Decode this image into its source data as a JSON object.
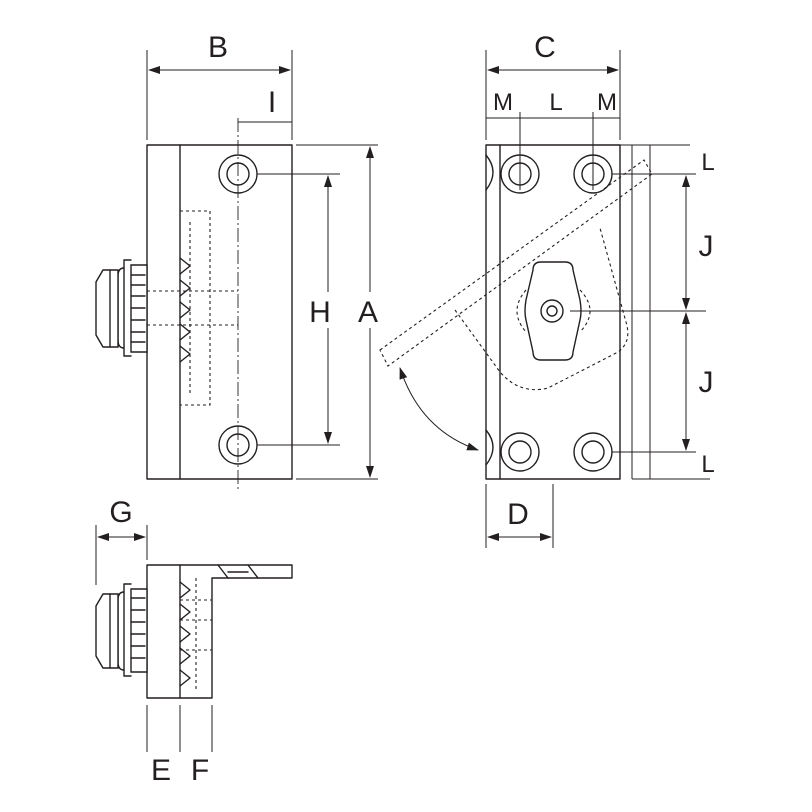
{
  "labels": {
    "A": "A",
    "B": "B",
    "C": "C",
    "D": "D",
    "E": "E",
    "F": "F",
    "G": "G",
    "H": "H",
    "I": "I",
    "J1": "J",
    "J2": "J",
    "L_top": "L",
    "L_bottom": "L",
    "L_mid": "L",
    "M_left": "M",
    "M_right": "M"
  }
}
